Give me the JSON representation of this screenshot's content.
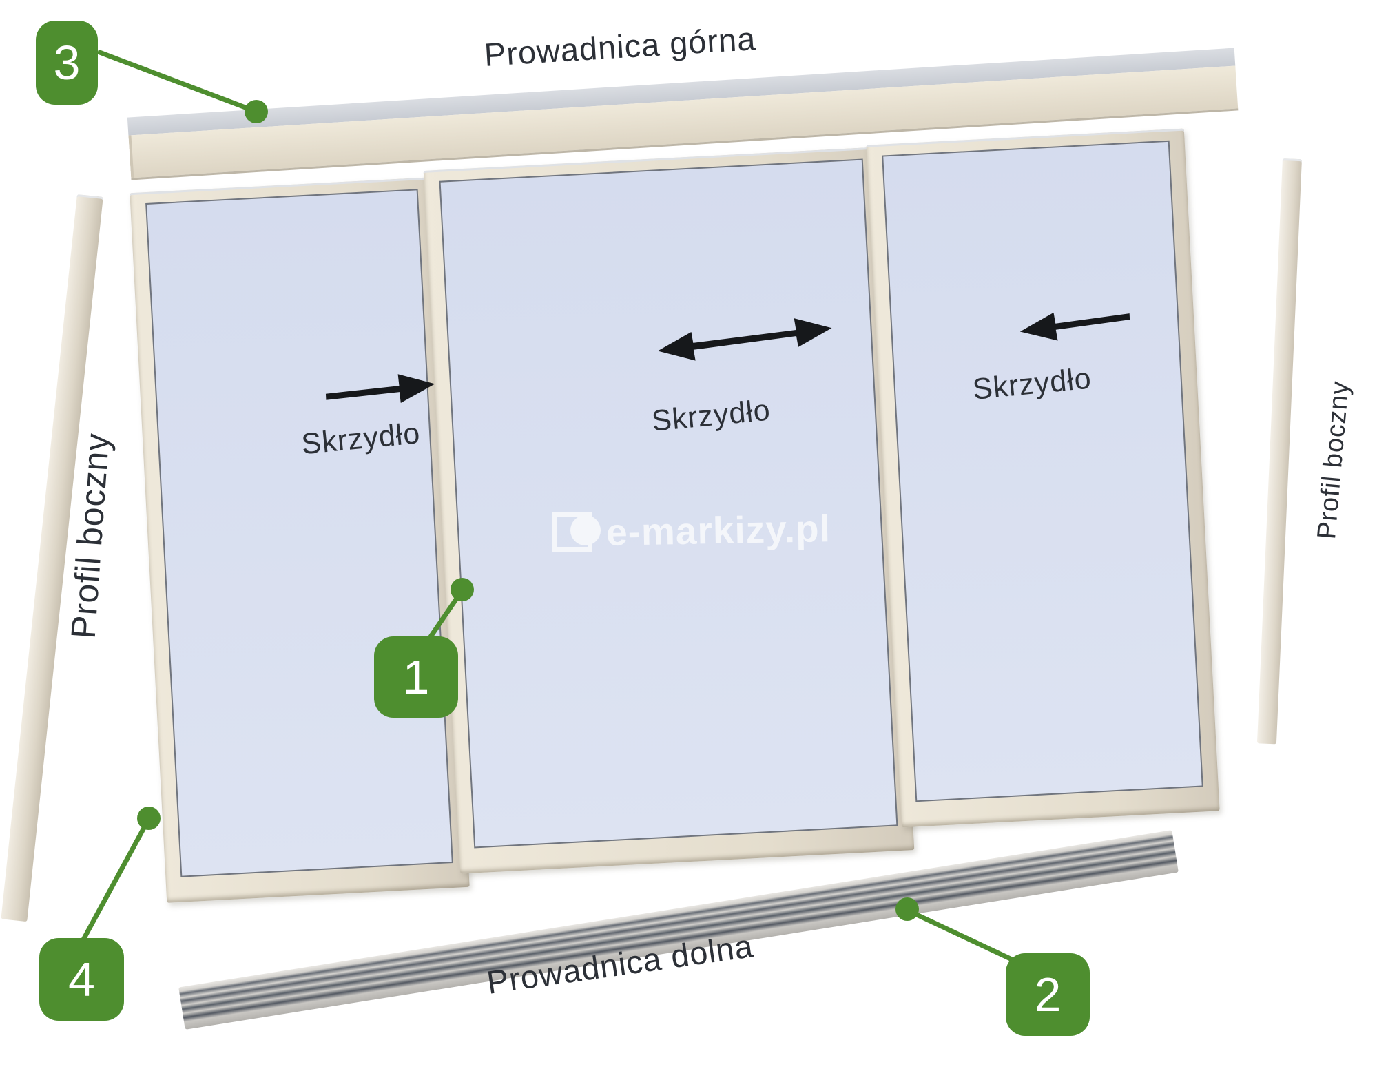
{
  "colors": {
    "accent_green": "#4e8e2f",
    "glass_blue": "#dae1f1",
    "frame_beige": "#e6dfd1",
    "rail_dark": "#5d636c",
    "text": "#2c3037",
    "watermark_white": "#ffffff"
  },
  "labels": {
    "top_track": "Prowadnica górna",
    "bottom_track": "Prowadnica dolna",
    "left_profile": "Profil boczny",
    "right_profile": "Profil boczny"
  },
  "panels": [
    {
      "label": "Skrzydło",
      "arrow": "right"
    },
    {
      "label": "Skrzydło",
      "arrow": "left-right"
    },
    {
      "label": "Skrzydło",
      "arrow": "left"
    }
  ],
  "badges": [
    {
      "number": "1"
    },
    {
      "number": "2"
    },
    {
      "number": "3"
    },
    {
      "number": "4"
    }
  ],
  "watermark": {
    "text": "e-markizy.pl"
  }
}
